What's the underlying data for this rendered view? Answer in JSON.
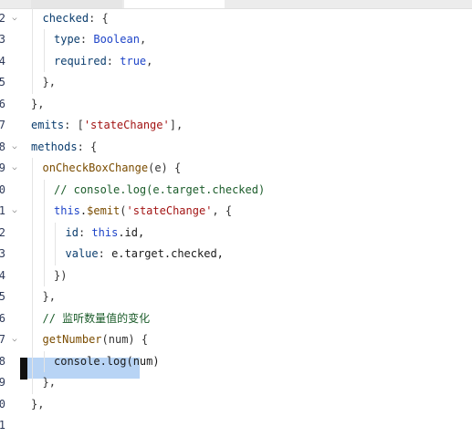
{
  "editor": {
    "lines": [
      {
        "num": "2",
        "fold": true,
        "indent": 1,
        "tokens": [
          [
            "prop",
            "checked"
          ],
          [
            "punc",
            ": {"
          ]
        ]
      },
      {
        "num": "3",
        "fold": false,
        "indent": 2,
        "tokens": [
          [
            "prop",
            "type"
          ],
          [
            "punc",
            ": "
          ],
          [
            "kw",
            "Boolean"
          ],
          [
            "punc",
            ","
          ]
        ]
      },
      {
        "num": "4",
        "fold": false,
        "indent": 2,
        "tokens": [
          [
            "prop",
            "required"
          ],
          [
            "punc",
            ": "
          ],
          [
            "kw",
            "true"
          ],
          [
            "punc",
            ","
          ]
        ]
      },
      {
        "num": "5",
        "fold": false,
        "indent": 1,
        "tokens": [
          [
            "punc",
            "},"
          ]
        ]
      },
      {
        "num": "6",
        "fold": false,
        "indent": 0,
        "tokens": [
          [
            "punc",
            "},"
          ]
        ]
      },
      {
        "num": "7",
        "fold": false,
        "indent": 0,
        "tokens": [
          [
            "prop",
            "emits"
          ],
          [
            "punc",
            ": ["
          ],
          [
            "str",
            "'stateChange'"
          ],
          [
            "punc",
            "],"
          ]
        ]
      },
      {
        "num": "8",
        "fold": true,
        "indent": 0,
        "tokens": [
          [
            "prop",
            "methods"
          ],
          [
            "punc",
            ": {"
          ]
        ]
      },
      {
        "num": "9",
        "fold": true,
        "indent": 1,
        "tokens": [
          [
            "fn",
            "onCheckBoxChange"
          ],
          [
            "punc",
            "(e) {"
          ]
        ]
      },
      {
        "num": "0",
        "fold": false,
        "indent": 2,
        "tokens": [
          [
            "com",
            "// console.log(e.target.checked)"
          ]
        ]
      },
      {
        "num": "1",
        "fold": true,
        "indent": 2,
        "tokens": [
          [
            "kw",
            "this"
          ],
          [
            "plain",
            "."
          ],
          [
            "fn",
            "$emit"
          ],
          [
            "punc",
            "("
          ],
          [
            "str",
            "'stateChange'"
          ],
          [
            "punc",
            ", {"
          ]
        ]
      },
      {
        "num": "2",
        "fold": false,
        "indent": 3,
        "tokens": [
          [
            "prop",
            "id"
          ],
          [
            "punc",
            ": "
          ],
          [
            "kw",
            "this"
          ],
          [
            "plain",
            ".id,"
          ]
        ]
      },
      {
        "num": "3",
        "fold": false,
        "indent": 3,
        "tokens": [
          [
            "prop",
            "value"
          ],
          [
            "punc",
            ": "
          ],
          [
            "plain",
            "e.target.checked,"
          ]
        ]
      },
      {
        "num": "4",
        "fold": false,
        "indent": 2,
        "tokens": [
          [
            "punc",
            "})"
          ]
        ]
      },
      {
        "num": "5",
        "fold": false,
        "indent": 1,
        "tokens": [
          [
            "punc",
            "},"
          ]
        ]
      },
      {
        "num": "6",
        "fold": false,
        "indent": 1,
        "tokens": [
          [
            "com",
            "// 监听数量值的变化"
          ]
        ]
      },
      {
        "num": "7",
        "fold": true,
        "indent": 1,
        "tokens": [
          [
            "fn",
            "getNumber"
          ],
          [
            "punc",
            "(num) {"
          ]
        ]
      },
      {
        "num": "8",
        "fold": false,
        "indent": 2,
        "tokens": [
          [
            "plain",
            "console.log(num)"
          ]
        ]
      },
      {
        "num": "9",
        "fold": false,
        "indent": 1,
        "tokens": [
          [
            "punc",
            "},"
          ]
        ]
      },
      {
        "num": "0",
        "fold": false,
        "indent": 0,
        "tokens": [
          [
            "punc",
            "},"
          ]
        ]
      },
      {
        "num": "1",
        "fold": false,
        "indent": 0,
        "tokens": [
          [
            "plain",
            ""
          ]
        ]
      }
    ]
  },
  "colors": {
    "selection": "#b8d4f5",
    "line_number": "#2f3b5a",
    "keyword": "#1e44c8",
    "string": "#a31515",
    "comment": "#1b5c2a"
  },
  "icons": {
    "fold": "chevron-down-icon"
  }
}
